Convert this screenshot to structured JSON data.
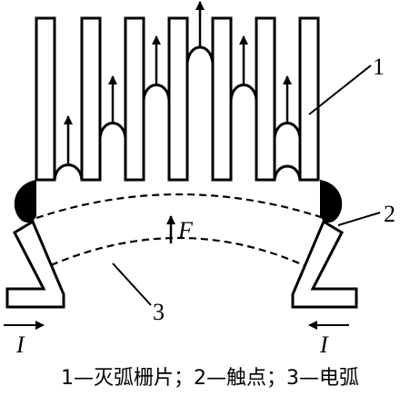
{
  "labels": {
    "grid_plates": "1",
    "contacts": "2",
    "arc": "3",
    "force": "F",
    "current_left": "I",
    "current_right": "I"
  },
  "caption": "1—灭弧栅片；2—触点；3—电弧"
}
